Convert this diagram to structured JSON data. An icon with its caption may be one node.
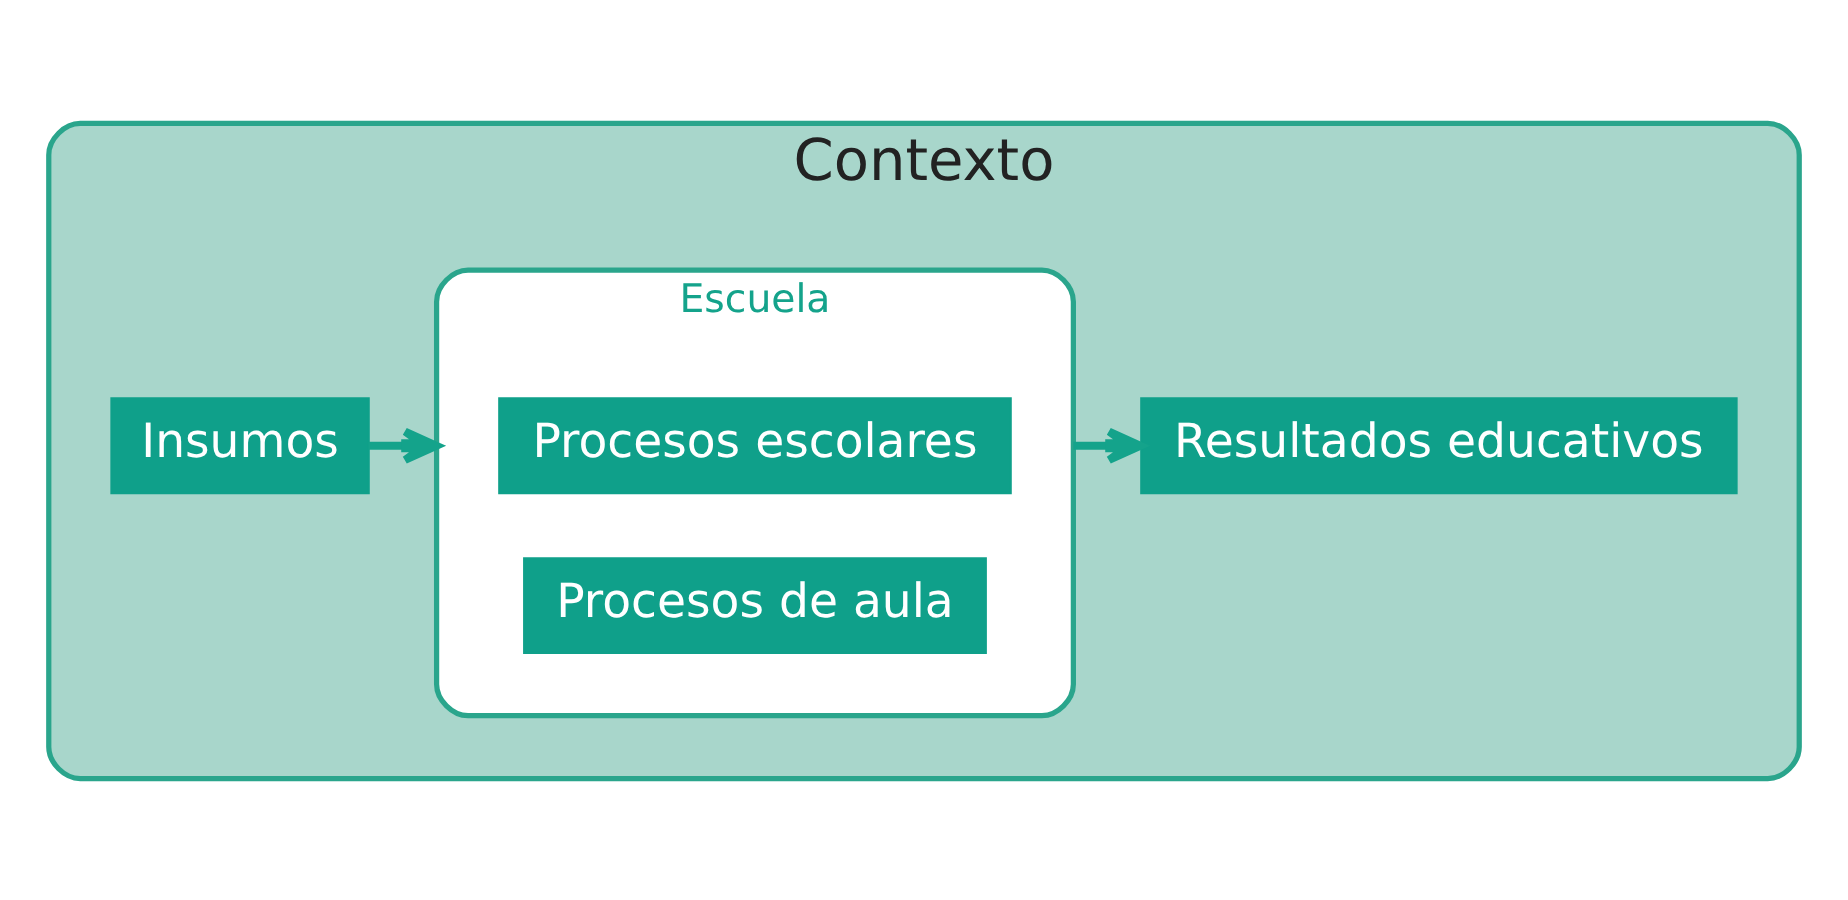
{
  "diagram": {
    "nodes": [
      {
        "text": [
          "Contexto"
        ]
      },
      {
        "text": [
          "Insumos"
        ],
        "in": 0
      },
      {
        "text": [
          "Escuela"
        ],
        "in": 0
      },
      {
        "text": [
          "Procesos escolares"
        ],
        "in": 2
      },
      {
        "text": [
          "Procesos de aula"
        ],
        "in": 2
      },
      {
        "text": [
          "Resultados educativos"
        ],
        "in": 0
      }
    ],
    "edges": [
      {
        "from": 1,
        "to": 2,
        "arrow": "to"
      },
      {
        "from": 2,
        "to": 5,
        "arrow": "to"
      }
    ]
  }
}
